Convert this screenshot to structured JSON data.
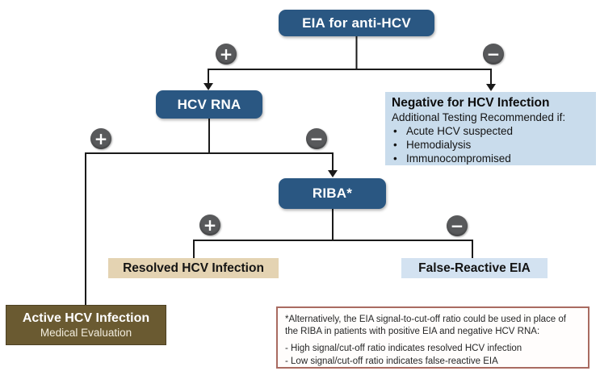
{
  "diagram": {
    "nodes": {
      "eia": {
        "label": "EIA for anti-HCV"
      },
      "hcv_rna": {
        "label": "HCV RNA"
      },
      "riba": {
        "label": "RIBA*"
      },
      "negative": {
        "title": "Negative for HCV Infection",
        "subtitle": "Additional Testing Recommended if:",
        "bullets": [
          "Acute HCV suspected",
          "Hemodialysis",
          "Immunocompromised"
        ]
      },
      "resolved": {
        "label": "Resolved HCV Infection"
      },
      "false_reactive": {
        "label": "False-Reactive EIA"
      },
      "active": {
        "title": "Active HCV Infection",
        "subtitle": "Medical Evaluation"
      }
    },
    "icons": {
      "plus": "+",
      "minus": "−",
      "bullet": "•"
    },
    "footnote": {
      "line1": "*Alternatively, the EIA signal-to-cut-off ratio could be used in place of the RIBA in patients with positive EIA and negative HCV RNA:",
      "item1": "- High signal/cut-off ratio indicates resolved HCV infection",
      "item2": "- Low signal/cut-off ratio indicates false-reactive EIA"
    },
    "colors": {
      "node_blue": "#2a5782",
      "panel_light_blue": "#c9dcec",
      "result_light_blue": "#d3e2f1",
      "tan": "#e4d3b2",
      "olive": "#6a5a31",
      "sign_gray": "#58595b",
      "line_black": "#1a1a1a",
      "footnote_border": "#a96b61"
    }
  }
}
